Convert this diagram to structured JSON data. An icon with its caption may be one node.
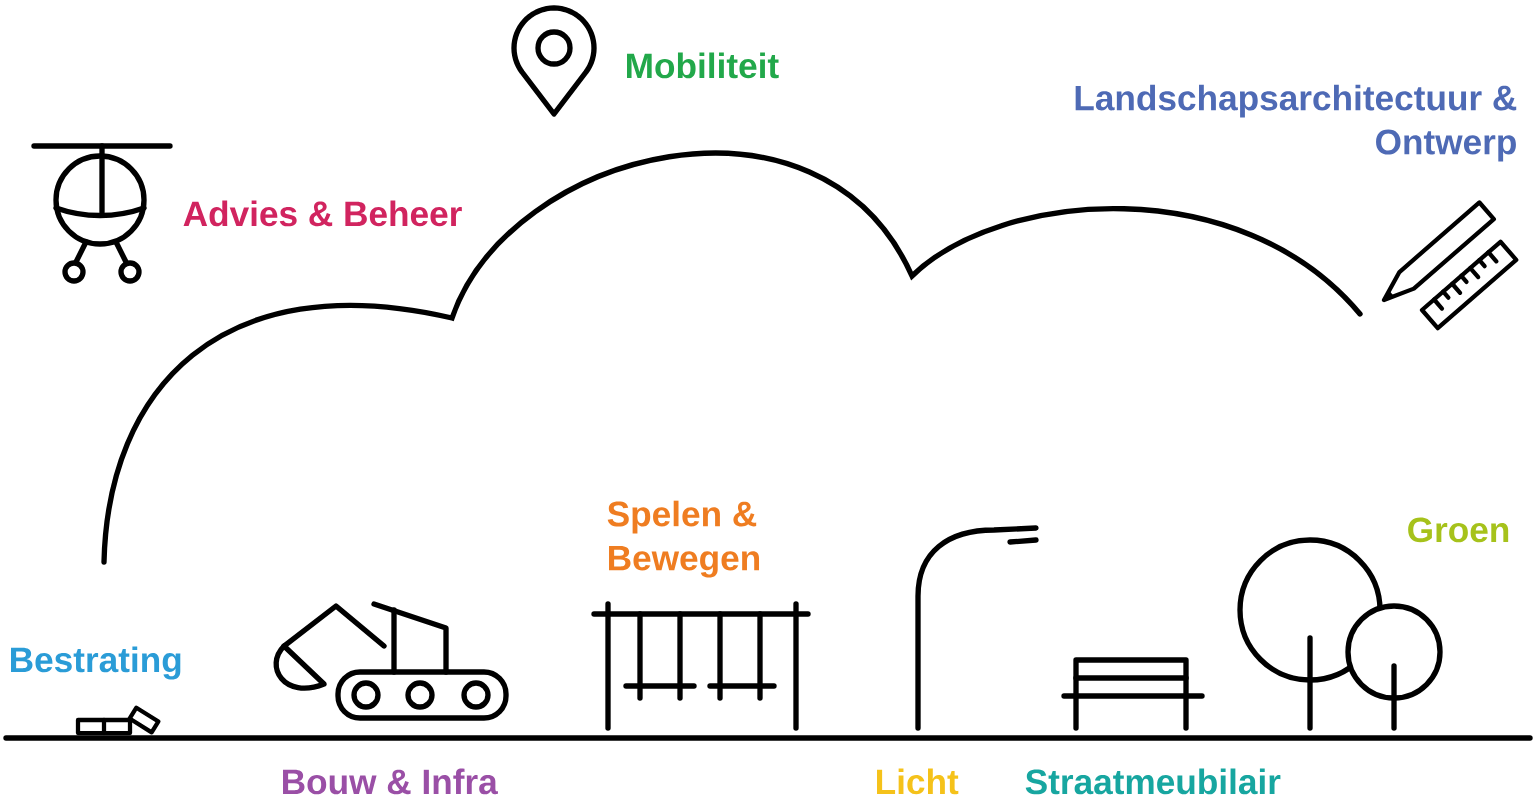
{
  "diagram": {
    "labels": [
      "Mobiliteit",
      "Landschapsarchitectuur & Ontwerp",
      "Advies & Beheer",
      "Spelen & Bewegen",
      "Groen",
      "Bestrating",
      "Bouw & Infra",
      "Licht",
      "Straatmeubilair"
    ]
  }
}
